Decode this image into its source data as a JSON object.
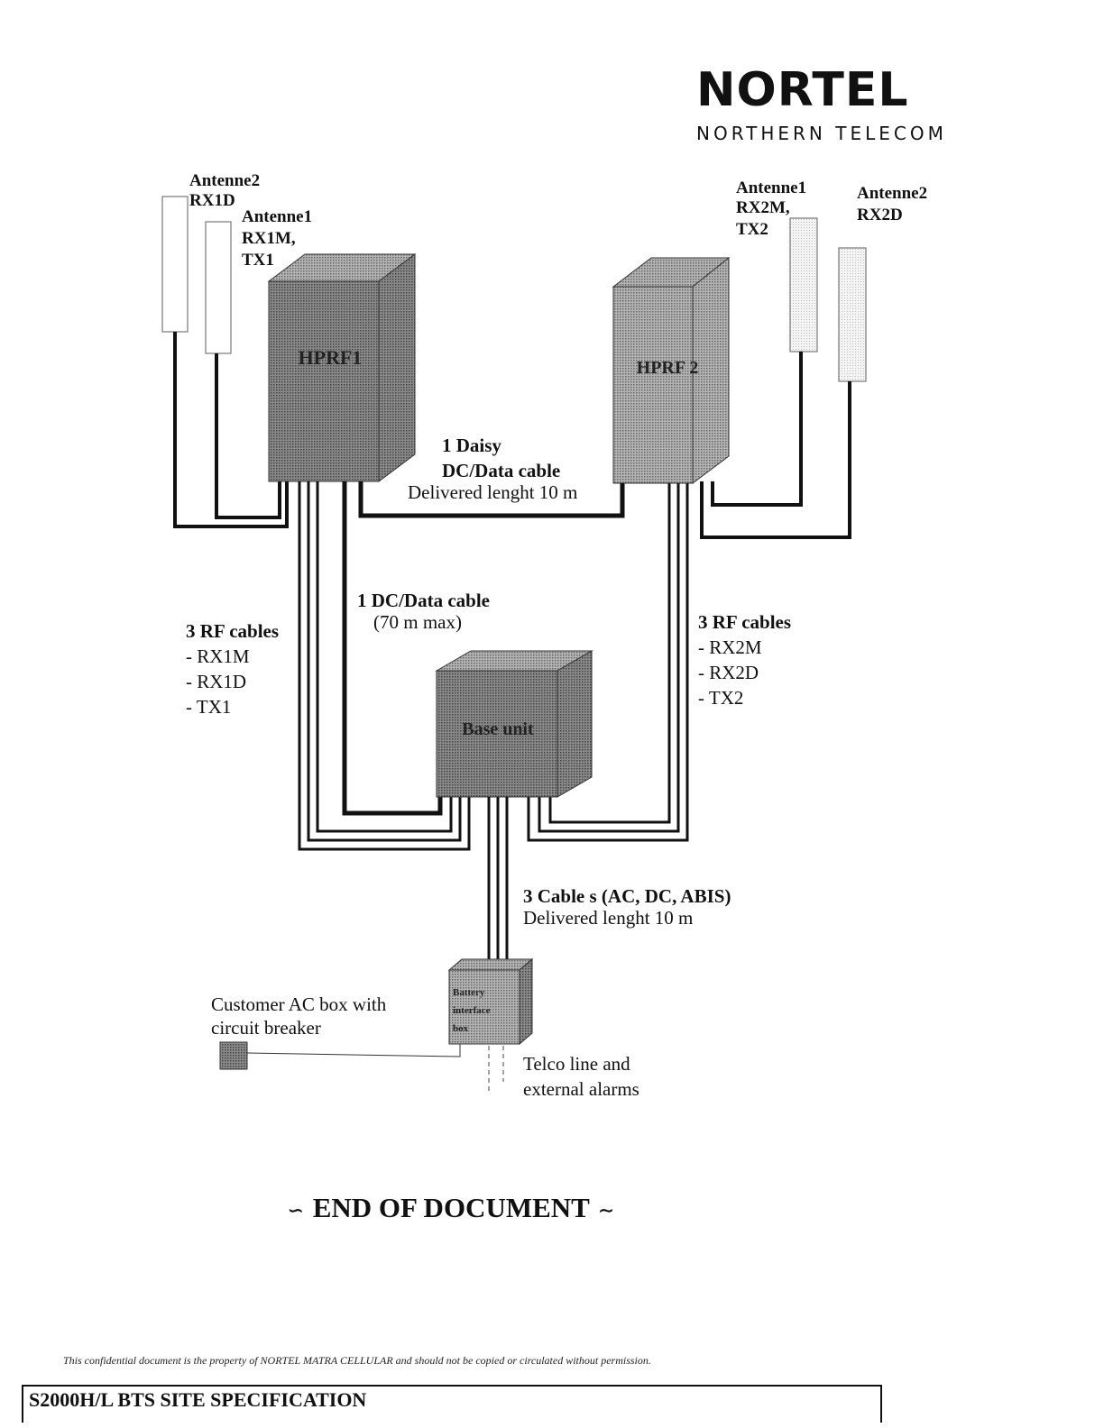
{
  "header": {
    "logo_text": "NORTEL",
    "logo_sub": "NORTHERN TELECOM"
  },
  "diagram": {
    "antenna_left_2": {
      "line1": "Antenne2",
      "line2": "RX1D"
    },
    "antenna_left_1": {
      "line1": "Antenne1",
      "line2": "RX1M,",
      "line3": "TX1"
    },
    "antenna_right_1": {
      "line1": "Antenne1",
      "line2": "RX2M,",
      "line3": "TX2"
    },
    "antenna_right_2": {
      "line1": "Antenne2",
      "line2": "RX2D"
    },
    "hprf1_label": "HPRF1",
    "hprf2_label": "HPRF 2",
    "base_unit_label": "Base unit",
    "battery_box_label_1": "Battery",
    "battery_box_label_2": "interface",
    "battery_box_label_3": "box",
    "daisy_cable": {
      "line1": "1 Daisy",
      "line2": "DC/Data cable",
      "line3": "Delivered lenght 10 m"
    },
    "dc_data_cable": {
      "line1": "1 DC/Data cable",
      "line2": "(70 m max)"
    },
    "rf_cables_left": {
      "title": "3 RF cables",
      "items": [
        "- RX1M",
        "- RX1D",
        "- TX1"
      ]
    },
    "rf_cables_right": {
      "title": "3 RF cables",
      "items": [
        "- RX2M",
        "- RX2D",
        "- TX2"
      ]
    },
    "three_cables": {
      "line1": "3 Cable s (AC, DC, ABIS)",
      "line2": "Delivered lenght 10 m"
    },
    "ac_box": {
      "line1": "Customer AC box with",
      "line2": "circuit breaker"
    },
    "telco": {
      "line1": "Telco line and",
      "line2": "external alarms"
    }
  },
  "end_of_document": "END OF DOCUMENT",
  "footer": {
    "disclaimer": "This confidential document is the property of NORTEL MATRA CELLULAR and should not be copied or circulated without permission.",
    "title": "S2000H/L BTS SITE SPECIFICATION"
  },
  "colors": {
    "cabinet_dark": "#6e6e6e",
    "cabinet_light": "#9a9a9a",
    "cable": "#111111"
  }
}
